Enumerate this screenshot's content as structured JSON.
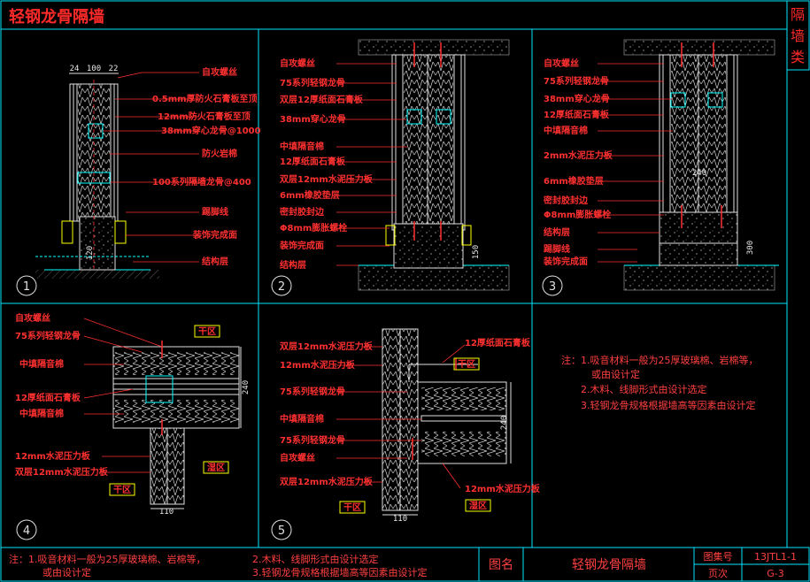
{
  "title": "轻钢龙骨隔墙",
  "category": "隔墙类",
  "details": [
    {
      "num": "1",
      "labels": [
        "自攻螺丝",
        "0.5mm厚防火石膏板至顶",
        "12mm防火石膏板至顶",
        "38mm穿心龙骨@1000",
        "防火岩棉",
        "100系列隔墙龙骨@400",
        "踢脚线",
        "装饰完成面",
        "结构层"
      ],
      "dims": [
        "24",
        "100",
        "22",
        "120"
      ]
    },
    {
      "num": "2",
      "labels": [
        "自攻螺丝",
        "75系列轻钢龙骨",
        "双层12厚纸面石膏板",
        "38mm穿心龙骨",
        "中填隔音棉",
        "12厚纸面石膏板",
        "双层12mm水泥压力板",
        "6mm橡胶垫层",
        "密封胶封边",
        "Φ8mm膨胀螺栓",
        "装饰完成面",
        "结构层"
      ],
      "dims": [
        "150"
      ]
    },
    {
      "num": "3",
      "labels": [
        "自攻螺丝",
        "75系列轻钢龙骨",
        "38mm穿心龙骨",
        "12厚纸面石膏板",
        "中填隔音棉",
        "2mm水泥压力板",
        "6mm橡胶垫层",
        "密封胶封边",
        "Φ8mm膨胀螺栓",
        "结构层",
        "踢脚线",
        "装饰完成面"
      ],
      "dims": [
        "240",
        "300"
      ]
    },
    {
      "num": "4",
      "labels": [
        "自攻螺丝",
        "75系列轻钢龙骨",
        "中填隔音棉",
        "12厚纸面石膏板",
        "中填隔音棉",
        "12mm水泥压力板",
        "双层12mm水泥压力板"
      ],
      "tags": [
        "干区",
        "湿区",
        "干区"
      ],
      "dims": [
        "240",
        "110"
      ]
    },
    {
      "num": "5",
      "labels": [
        "双层12mm水泥压力板",
        "12mm水泥压力板",
        "75系列轻钢龙骨",
        "中填隔音棉",
        "75系列轻钢龙骨",
        "自攻螺丝",
        "双层12mm水泥压力板",
        "12厚纸面石膏板",
        "12mm水泥压力板"
      ],
      "tags": [
        "干区",
        "湿区",
        "干区"
      ],
      "dims": [
        "240",
        "110"
      ]
    }
  ],
  "notes": [
    "注：1.吸音材料一般为25厚玻璃棉、岩棉等，",
    "或由设计定",
    "2.木料、线脚形式由设计选定",
    "3.轻钢龙骨规格根据墙高等因素由设计定"
  ],
  "footer": {
    "note1": "注：1.吸音材料一般为25厚玻璃棉、岩棉等，",
    "note1b": "或由设计定",
    "note2": "2.木料、线脚形式由设计选定",
    "note3": "3.轻钢龙骨规格根据墙高等因素由设计定",
    "figname_label": "图名",
    "figname": "轻钢龙骨隔墙",
    "atlas_label": "图集号",
    "atlas_value": "13JTL1-1",
    "page_label": "页次",
    "page_value": "G-3"
  },
  "colors": {
    "frame": "#00e5ff",
    "label": "#ff3030",
    "cyan": "#00ffff",
    "white": "#e8e8e8",
    "yellow": "#ffff00",
    "title": "#ff2a2a"
  }
}
